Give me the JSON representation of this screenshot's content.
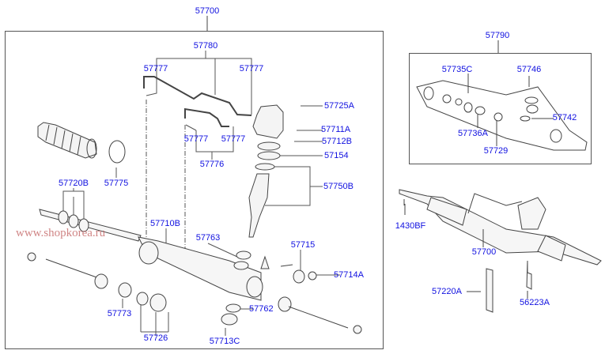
{
  "watermark": "www.shopkorea.ru",
  "colors": {
    "label": "#1010e0",
    "line": "#444444",
    "watermark": "#c87070"
  },
  "main_assembly": {
    "part_no": "57700",
    "labels": {
      "hose_set": "57780",
      "hose_washer_tl": "57777",
      "hose_washer_tr": "57777",
      "hose_washer_ml": "57777",
      "hose_washer_mr": "57777",
      "tube_set": "57776",
      "bolt": "57725A",
      "seal_a": "57711A",
      "seal_b": "57712B",
      "oil_seal": "57154",
      "pinion_valve": "57750B",
      "boot": "57720B",
      "clamp": "57775",
      "gear_housing": "57710B",
      "bearing_upper": "57763",
      "rack_support": "57715",
      "spring": "57714A",
      "snap_ring": "57773",
      "rack_bushing": "57726",
      "bearing_lower": "57762",
      "plug": "57713C"
    }
  },
  "seal_kit": {
    "part_no": "57790",
    "labels": {
      "ring": "57735C",
      "cap": "57746",
      "washer": "57742",
      "seal": "57736A",
      "plug": "57729"
    }
  },
  "assembly_view": {
    "labels": {
      "bolt": "1430BF",
      "gear_box": "57700",
      "bracket_a": "57220A",
      "bracket_b": "56223A"
    }
  }
}
